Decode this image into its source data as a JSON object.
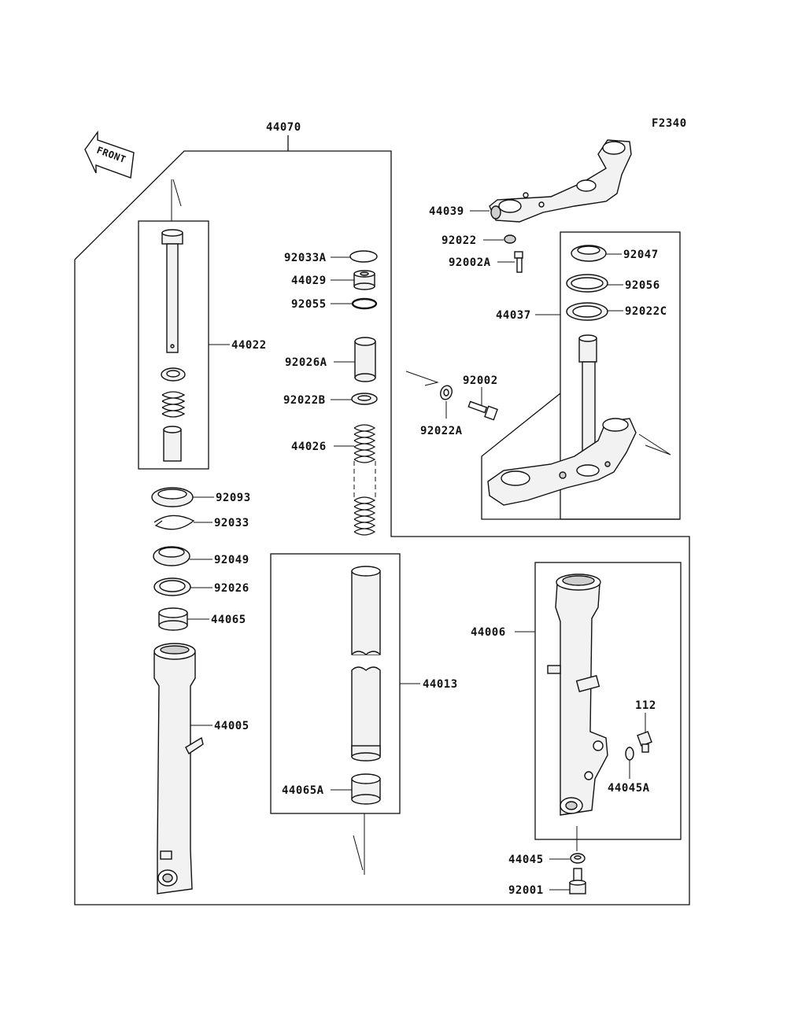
{
  "figure_code": "F2340",
  "front_arrow": {
    "label": "FRONT",
    "icon": "front-direction-arrow-icon"
  },
  "assembly_label": "44070",
  "labels": {
    "p44039": "44039",
    "p92022": "92022",
    "p92002A": "92002A",
    "p92047": "92047",
    "p92056": "92056",
    "p44037": "44037",
    "p92022C": "92022C",
    "p92002": "92002",
    "p92022A": "92022A",
    "p92033A": "92033A",
    "p44029": "44029",
    "p92055": "92055",
    "p92026A": "92026A",
    "p92022B": "92022B",
    "p44026": "44026",
    "p44022": "44022",
    "p92093": "92093",
    "p92033": "92033",
    "p92049": "92049",
    "p92026": "92026",
    "p44065": "44065",
    "p44005": "44005",
    "p44013": "44013",
    "p44065A": "44065A",
    "p44006": "44006",
    "p112": "112",
    "p44045A": "44045A",
    "p44045": "44045",
    "p92001": "92001"
  },
  "colors": {
    "ink": "#111111",
    "background": "#ffffff",
    "part_fill": "#f2f2f2"
  }
}
